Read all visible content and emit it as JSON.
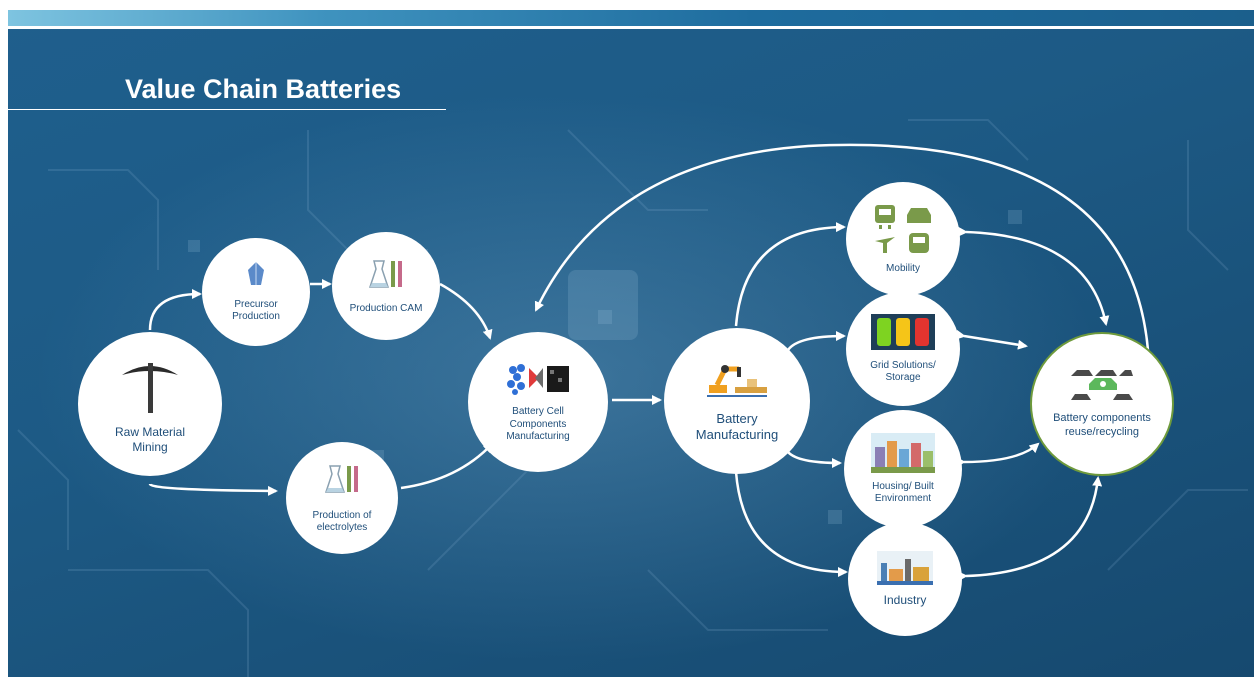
{
  "slide": {
    "title": "Value Chain Batteries"
  },
  "nodes": {
    "raw_material_mining": {
      "label_line1": "Raw Material",
      "label_line2": "Mining"
    },
    "precursor_production": {
      "label_line1": "Precursor",
      "label_line2": "Production"
    },
    "production_cam": {
      "label": "Production CAM"
    },
    "production_of_electrolytes": {
      "label_line1": "Production of",
      "label_line2": "electrolytes"
    },
    "battery_cell_components": {
      "label_line1": "Battery Cell",
      "label_line2": "Components",
      "label_line3": "Manufacturing"
    },
    "battery_manufacturing": {
      "label_line1": "Battery",
      "label_line2": "Manufacturing"
    },
    "mobility": {
      "label": "Mobility"
    },
    "grid_solutions": {
      "label_line1": "Grid Solutions/",
      "label_line2": "Storage"
    },
    "housing": {
      "label_line1": "Housing/ Built",
      "label_line2": "Environment"
    },
    "industry": {
      "label": "Industry"
    },
    "reuse_recycling": {
      "label_line1": "Battery components",
      "label_line2": "reuse/recycling"
    }
  },
  "icons": {
    "raw_material_mining": "pickaxe-icon",
    "precursor_production": "crystal-icon",
    "production_cam": "lab-flask-icon",
    "production_of_electrolytes": "lab-flask-icon",
    "battery_cell_components": "cell-components-icon",
    "battery_manufacturing": "robot-arm-icon",
    "mobility": "transport-icons",
    "grid_solutions": "battery-storage-icon",
    "housing": "city-icon",
    "industry": "factory-icon",
    "reuse_recycling": "recycling-cars-icon"
  },
  "colors": {
    "background": "#1d5a85",
    "label_text": "#1f4e79",
    "icon_green": "#7a9a4a",
    "recycle_ring": "#6e9a3c"
  }
}
